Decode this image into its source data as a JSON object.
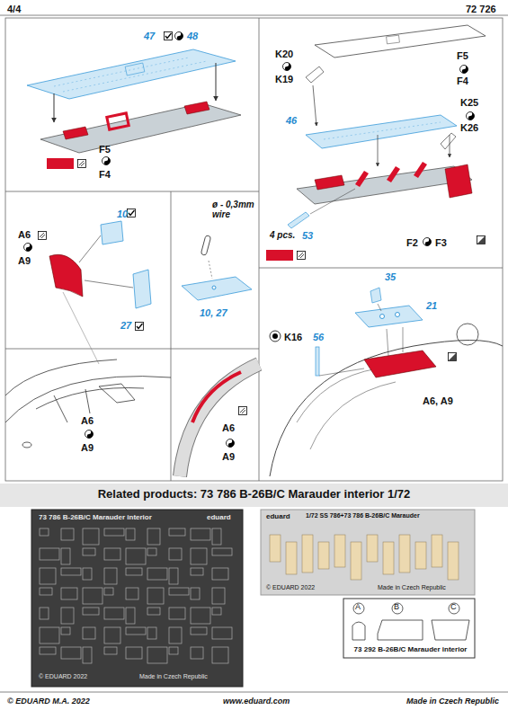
{
  "diagram": {
    "nodes": [
      {
        "text": [
          "Related products:  73 786 B-26B/C Marauder interior 1/72"
        ]
      },
      {
        "text": [
          "73 786 B-26B/C Marauder interior",
          "eduard",
          "© EDUARD 2022",
          "Made in Czech Republic"
        ]
      },
      {
        "text": [
          "eduard",
          "1/72  SS 786+73 786 B-26B/C Marauder",
          "© EDUARD 2022",
          "Made in Czech Republic"
        ]
      },
      {
        "text": [
          "73 292 B-26B/C Marauder interior"
        ]
      }
    ],
    "labels": [
      "4/4",
      "72 726",
      "47",
      "48",
      "F5",
      "F4",
      "K20",
      "K19",
      "F5",
      "F4",
      "K25",
      "K26",
      "46",
      "4 pcs.",
      "53",
      "F2",
      "F3",
      "A6",
      "A9",
      "10",
      "27",
      "A6",
      "A9",
      "ø - 0,3mm wire",
      "10, 27",
      "A6",
      "A9",
      "35",
      "21",
      "K16",
      "56",
      "A6, A9",
      "A",
      "B",
      "C",
      "© EDUARD  M.A. 2022",
      "www.eduard.com",
      "Made in Czech Republic"
    ]
  }
}
